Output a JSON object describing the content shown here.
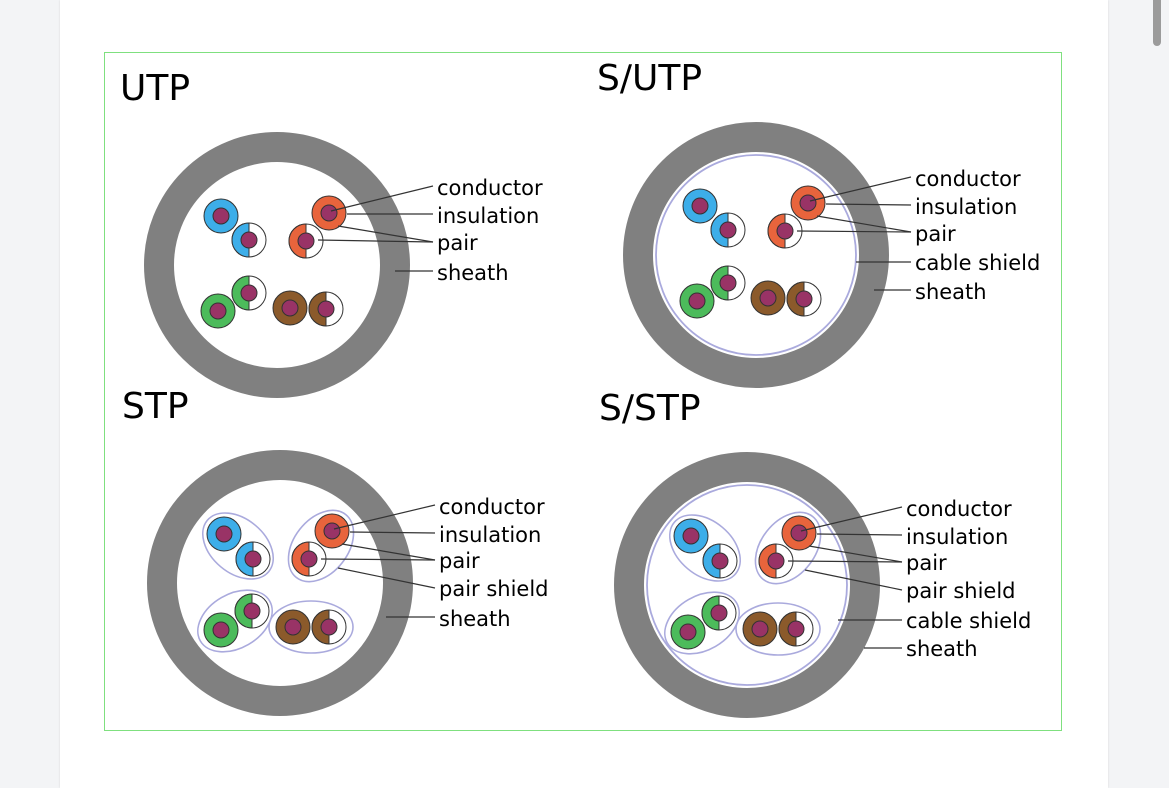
{
  "panels": {
    "utp": {
      "title": "UTP",
      "labels": [
        "conductor",
        "insulation",
        "pair",
        "sheath"
      ]
    },
    "sutp": {
      "title": "S/UTP",
      "labels": [
        "conductor",
        "insulation",
        "pair",
        "cable shield",
        "sheath"
      ]
    },
    "stp": {
      "title": "STP",
      "labels": [
        "conductor",
        "insulation",
        "pair",
        "pair shield",
        "sheath"
      ]
    },
    "sstp": {
      "title": "S/STP",
      "labels": [
        "conductor",
        "insulation",
        "pair",
        "pair shield",
        "cable shield",
        "sheath"
      ]
    }
  },
  "colors": {
    "sheath": "#808080",
    "conductor": "#993366",
    "blue": "#3daee9",
    "orange": "#e8643c",
    "green": "#4cbb5b",
    "brown": "#8b5a2b",
    "shield": "#aaaadd",
    "frame_border": "#7fe07f"
  }
}
